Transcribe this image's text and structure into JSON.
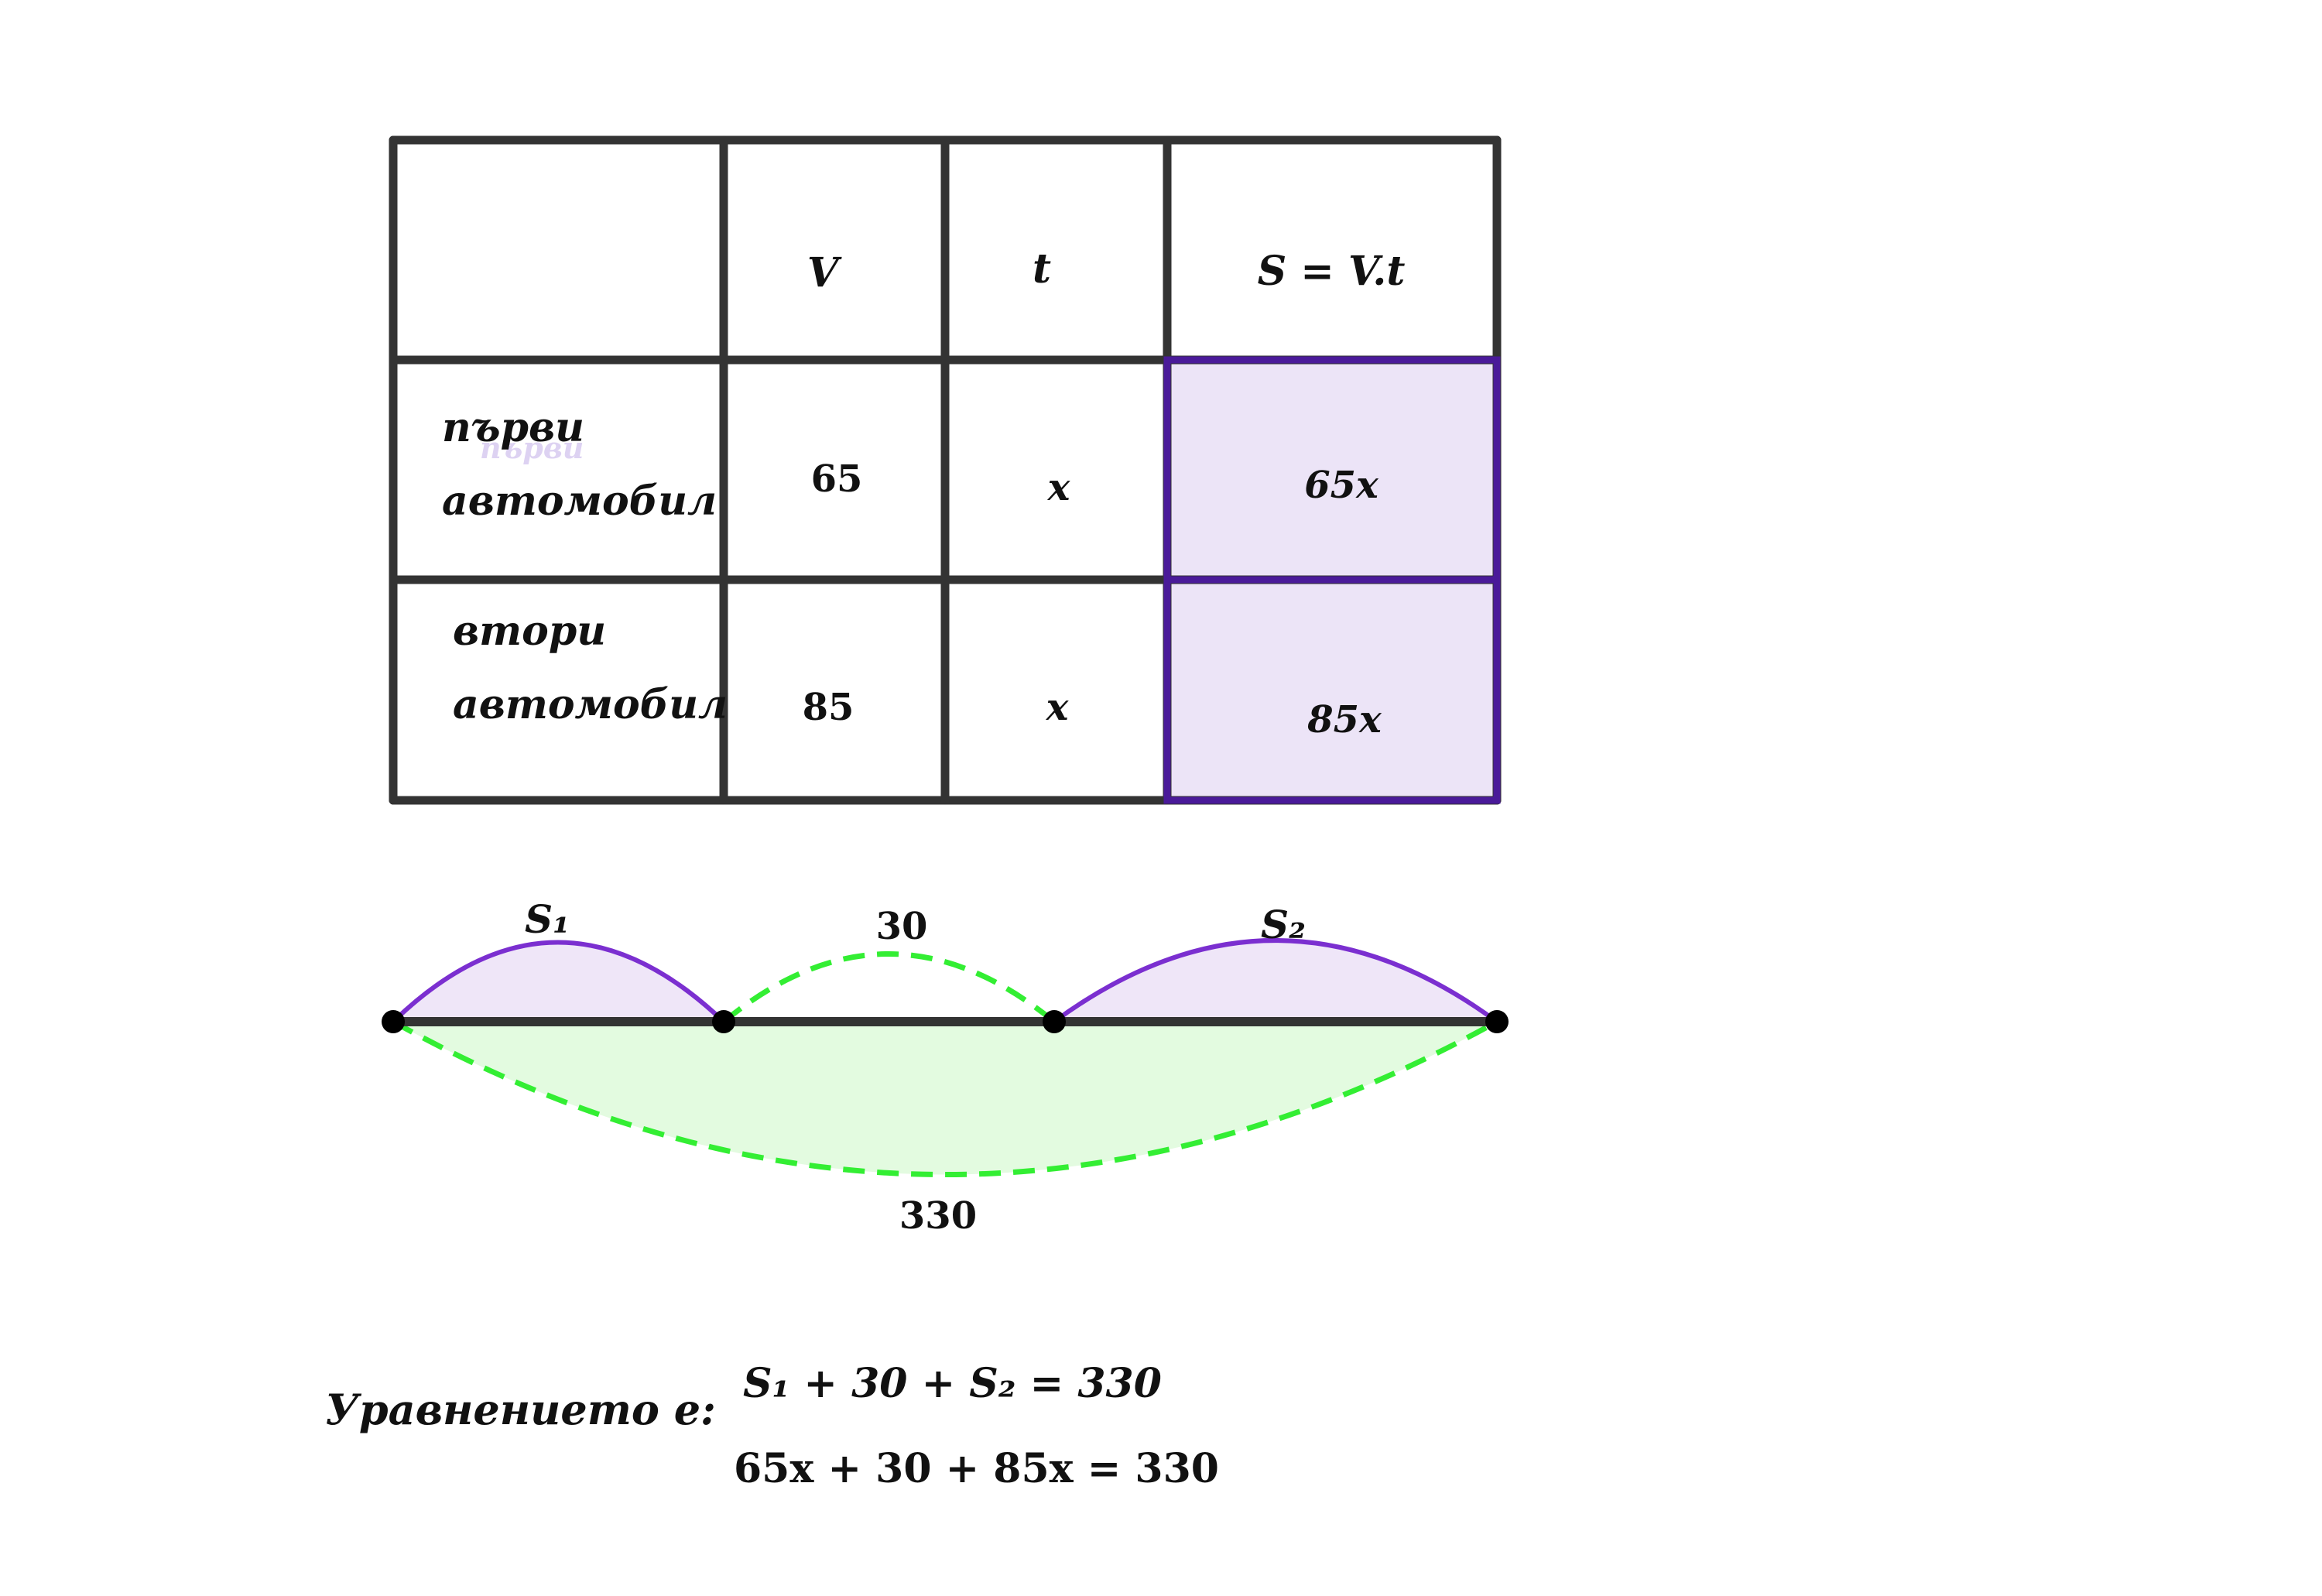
{
  "table": {
    "headers": [
      "",
      "V",
      "t",
      "S = V.t"
    ],
    "rows": [
      {
        "label_line1": "първи",
        "label_line2": "автомобил",
        "v": "65",
        "t": "x",
        "s": "65x"
      },
      {
        "label_line1": "втори",
        "label_line2": "автомобил",
        "v": "85",
        "t": "x",
        "s": "85x"
      }
    ],
    "faint_overlay_text": "първи"
  },
  "segment_diagram": {
    "upper_labels": {
      "s1": "S₁",
      "gap": "30",
      "s2": "S₂"
    },
    "lower_label": "330"
  },
  "equation": {
    "label": "Уравнението е:",
    "line1": "S₁ + 30 + S₂ = 330",
    "line2": "65x + 30 + 85x = 330"
  },
  "colors": {
    "grid": "#333333",
    "highlight_fill": "#ece4f7",
    "highlight_border": "#4a1a99",
    "purple_arc": "#7b2fd0",
    "purple_fill": "#efe6f8",
    "green_arc": "#33ee33",
    "green_fill": "#e3fbe0",
    "ink": "#111111"
  }
}
